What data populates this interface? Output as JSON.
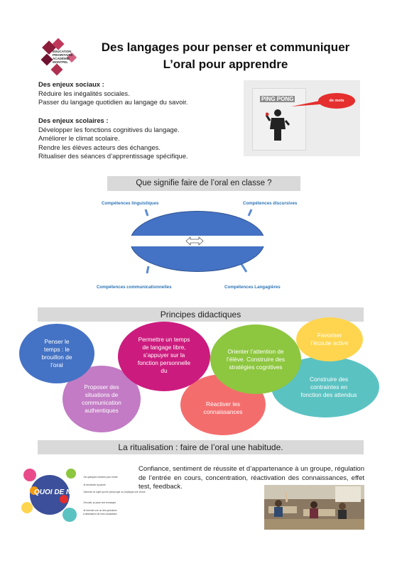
{
  "header": {
    "title_line1": "Des langages pour penser et communiquer",
    "title_line2": "L’oral pour apprendre",
    "logo_text": [
      "ÉDUCATION",
      "PRIORITAIRE",
      "ACADÉMIE",
      "MONTPEL"
    ]
  },
  "issues": {
    "social_heading": "Des enjeux sociaux :",
    "social_items": [
      "Réduire les inégalités sociales.",
      "Passer du langage quotidien au langage du savoir."
    ],
    "school_heading": "Des enjeux scolaires :",
    "school_items": [
      "Développer les fonctions cognitives du langage.",
      "Améliorer le climat scolaire.",
      "Rendre les élèves acteurs des échanges.",
      "Ritualiser des séances d’apprentissage spécifique."
    ]
  },
  "pingpong": {
    "title": "PING PONG",
    "bubble": "de mots"
  },
  "section1": {
    "title": "Que signifie faire de l’oral en classe ?",
    "competences": {
      "top_left": "Compétences linguistiques",
      "top_right": "Compétences discursives",
      "bottom_left": "Compétences communicationnelles",
      "bottom_right": "Compétences Langagières"
    }
  },
  "section2": {
    "title": "Principes didactiques",
    "bubbles": {
      "b1": "Penser le temps : le brouillon de l’oral",
      "b2": "Proposer des situations de communication authentiques",
      "b3": "Permettre un temps de langage libre, s’appuyer sur la fonction personnelle du",
      "b4": "Réactiver les connaissances",
      "b5": "Orienter l’attention de l’élève. Construire des stratégies cognitives",
      "b6": "Favoriser l’écoute active",
      "b7": "Construire des contraintes en fonction des attendus"
    }
  },
  "section3": {
    "title": "La ritualisation : faire de l’oral une habitude.",
    "qui": "QUOI DE NEUF ?",
    "body": "Confiance, sentiment de réussite et d’appartenance à un groupe, régulation de l’entrée en cours, concentration, réactivation des connaissances, effet test, feedback.",
    "small_lines": [
      "J’ai quelques minutes pour entrer",
      "Je demande la parole",
      "J’aborde un sujet qui me préoccupe ou j’explique une chose",
      "J’écoute, je pose une remarque",
      "Je formule une ou des questions",
      "à destination de mes camarades"
    ]
  },
  "colors": {
    "blue_circle": "#4472c4",
    "magenta": "#cc1b7e",
    "lilac": "#c27bc4",
    "coral": "#f46d6d",
    "green": "#8dc63f",
    "yellow": "#ffd54f",
    "teal": "#5bc2c2",
    "bubble_red": "#e52e2e"
  }
}
